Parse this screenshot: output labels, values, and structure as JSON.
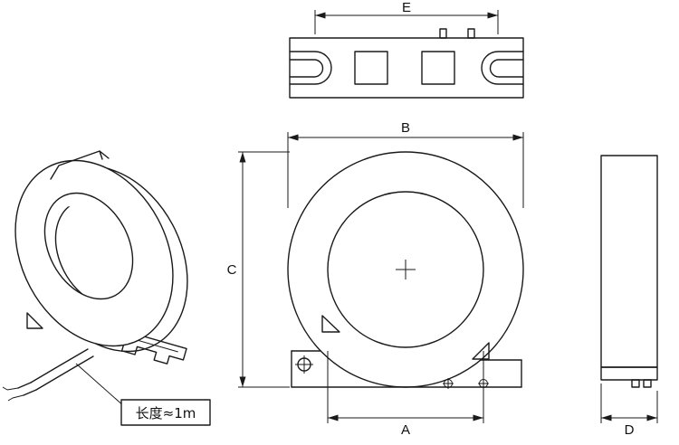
{
  "diagram": {
    "labels": {
      "dim_top": "E",
      "dim_width": "B",
      "dim_height": "C",
      "dim_inner": "A",
      "dim_side": "D",
      "cable_note": "长度≈1m"
    },
    "colors": {
      "line": "#1a1a1a",
      "background": "#ffffff"
    }
  }
}
